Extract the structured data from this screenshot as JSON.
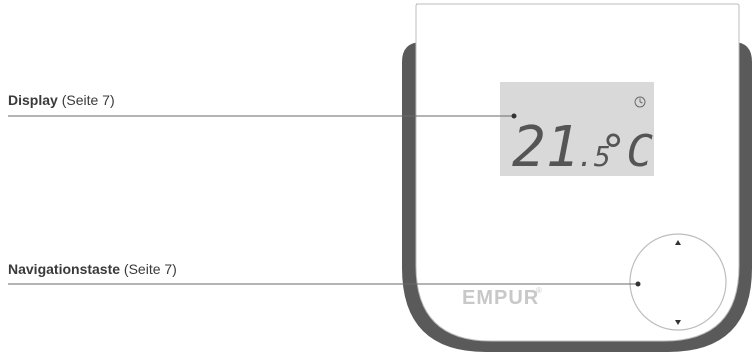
{
  "callouts": {
    "display": {
      "label": "Display",
      "ref": " (Seite 7)"
    },
    "navigation": {
      "label": "Navigationstaste",
      "ref": " (Seite 7)"
    }
  },
  "lcd": {
    "integer": "21",
    "decimal": ".5",
    "unit": "°C",
    "clock_icon": "clock-icon"
  },
  "brand": {
    "name": "EMPUR",
    "mark": "®"
  },
  "nav_key": {
    "up_icon": "arrow-up-icon",
    "down_icon": "arrow-down-icon"
  },
  "colors": {
    "body_dark": "#5a5a5a",
    "face": "#ffffff",
    "outline": "#bdbdbd",
    "lcd_bg": "#d9d9d9",
    "lcd_text": "#555555",
    "leader": "#6a6a6a",
    "brand": "#c8c8c8"
  }
}
